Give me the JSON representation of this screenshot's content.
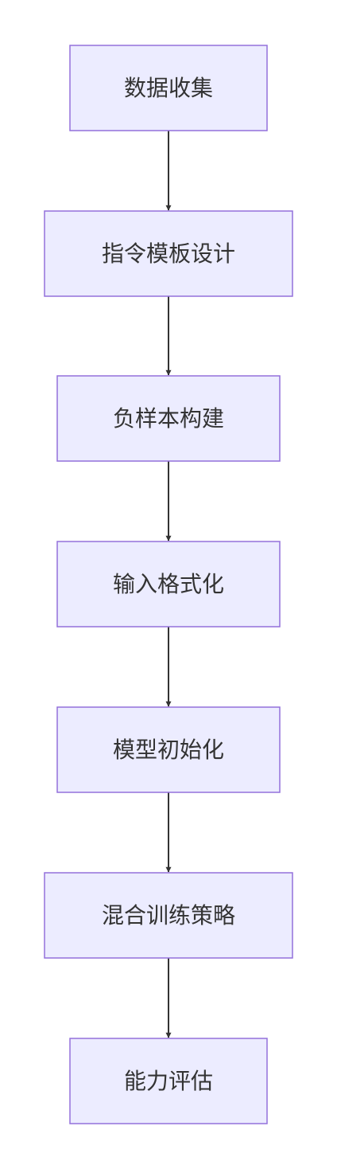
{
  "colors": {
    "node_fill": "#ECECFF",
    "node_stroke": "#9370DB",
    "text": "#333333",
    "edge": "#333333",
    "background": "#FFFFFF"
  },
  "diagram": {
    "type": "flowchart",
    "direction": "top-down",
    "nodes": [
      {
        "id": "n1",
        "label": "数据收集"
      },
      {
        "id": "n2",
        "label": "指令模板设计"
      },
      {
        "id": "n3",
        "label": "负样本构建"
      },
      {
        "id": "n4",
        "label": "输入格式化"
      },
      {
        "id": "n5",
        "label": "模型初始化"
      },
      {
        "id": "n6",
        "label": "混合训练策略"
      },
      {
        "id": "n7",
        "label": "能力评估"
      }
    ],
    "edges": [
      {
        "from": "n1",
        "to": "n2"
      },
      {
        "from": "n2",
        "to": "n3"
      },
      {
        "from": "n3",
        "to": "n4"
      },
      {
        "from": "n4",
        "to": "n5"
      },
      {
        "from": "n5",
        "to": "n6"
      },
      {
        "from": "n6",
        "to": "n7"
      }
    ]
  }
}
